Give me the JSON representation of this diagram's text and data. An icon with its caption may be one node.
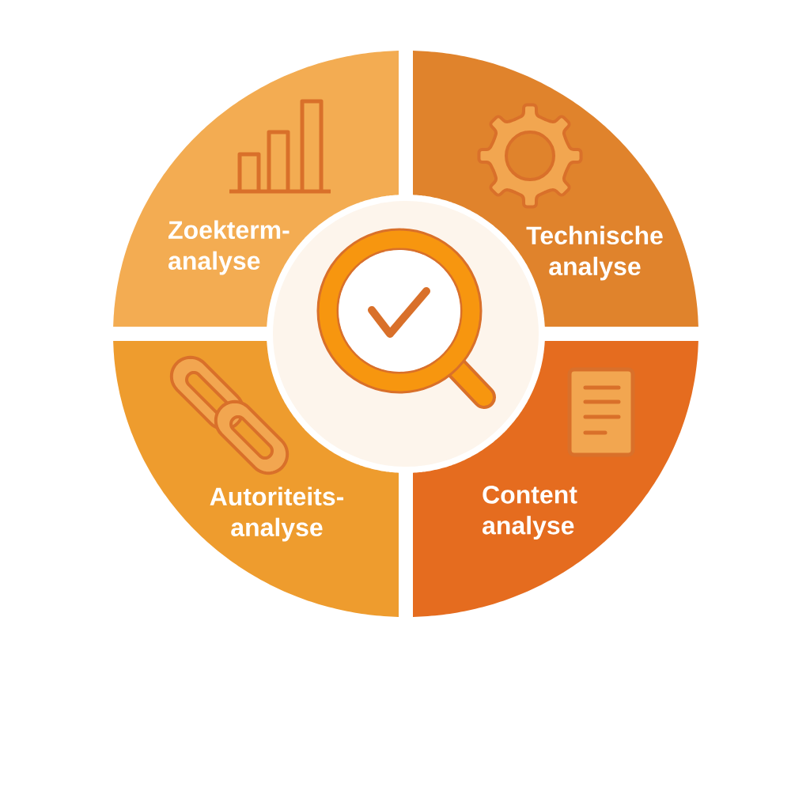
{
  "diagram": {
    "nodes": [
      {
        "text": [
          "Zoekterm- analyse"
        ]
      },
      {
        "text": [
          "Technische analyse"
        ]
      },
      {
        "text": [
          "Autoriteits- analyse"
        ]
      },
      {
        "text": [
          "Content analyse"
        ]
      }
    ]
  }
}
